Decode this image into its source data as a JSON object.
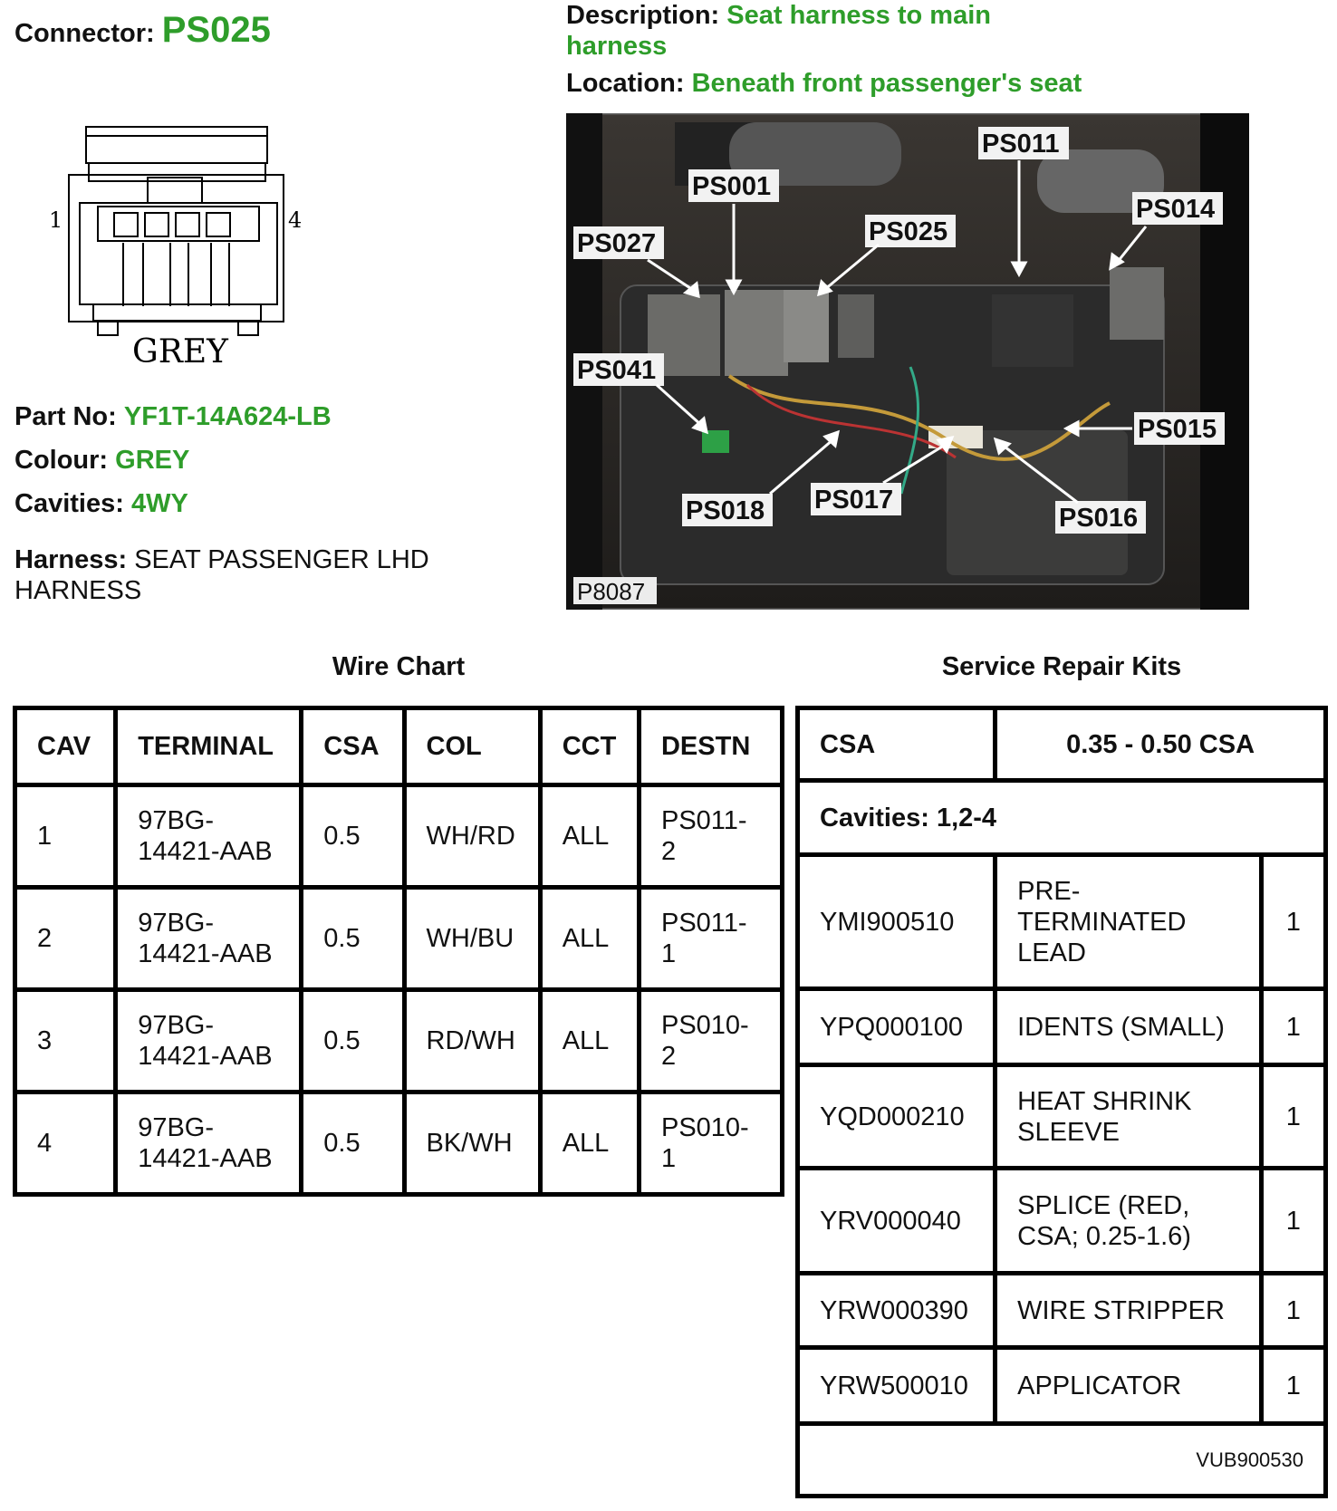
{
  "connector": {
    "label": "Connector:",
    "value": "PS025"
  },
  "description": {
    "label": "Description:",
    "value_line1": "Seat harness to main",
    "value_line2": "harness"
  },
  "location": {
    "label": "Location:",
    "value": "Beneath front passenger's seat"
  },
  "diagram": {
    "pin_left": "1",
    "pin_right": "4",
    "colour_text": "GREY"
  },
  "part_no": {
    "label": "Part No:",
    "value": "YF1T-14A624-LB"
  },
  "colour": {
    "label": "Colour:",
    "value": "GREY"
  },
  "cavities": {
    "label": "Cavities:",
    "value": "4WY"
  },
  "harness": {
    "label": "Harness:",
    "value_line1": "SEAT PASSENGER LHD",
    "value_line2": "HARNESS"
  },
  "photo": {
    "ref": "P8087",
    "callouts": [
      "PS011",
      "PS001",
      "PS014",
      "PS027",
      "PS025",
      "PS041",
      "PS015",
      "PS018",
      "PS017",
      "PS016"
    ]
  },
  "wire_chart": {
    "title": "Wire Chart",
    "headers": [
      "CAV",
      "TERMINAL",
      "CSA",
      "COL",
      "CCT",
      "DESTN"
    ],
    "rows": [
      {
        "cav": "1",
        "terminal_1": "97BG-",
        "terminal_2": "14421-AAB",
        "csa": "0.5",
        "col": "WH/RD",
        "cct": "ALL",
        "destn_1": "PS011-",
        "destn_2": "2"
      },
      {
        "cav": "2",
        "terminal_1": "97BG-",
        "terminal_2": "14421-AAB",
        "csa": "0.5",
        "col": "WH/BU",
        "cct": "ALL",
        "destn_1": "PS011-",
        "destn_2": "1"
      },
      {
        "cav": "3",
        "terminal_1": "97BG-",
        "terminal_2": "14421-AAB",
        "csa": "0.5",
        "col": "RD/WH",
        "cct": "ALL",
        "destn_1": "PS010-",
        "destn_2": "2"
      },
      {
        "cav": "4",
        "terminal_1": "97BG-",
        "terminal_2": "14421-AAB",
        "csa": "0.5",
        "col": "BK/WH",
        "cct": "ALL",
        "destn_1": "PS010-",
        "destn_2": "1"
      }
    ]
  },
  "repair_kits": {
    "title": "Service Repair Kits",
    "header_csa": "CSA",
    "header_range": "0.35 - 0.50 CSA",
    "cavities_row": "Cavities: 1,2-4",
    "items": [
      {
        "code": "YMI900510",
        "desc_1": "PRE-",
        "desc_2": "TERMINATED",
        "desc_3": "LEAD",
        "qty": "1"
      },
      {
        "code": "YPQ000100",
        "desc_1": "IDENTS (SMALL)",
        "desc_2": "",
        "desc_3": "",
        "qty": "1"
      },
      {
        "code": "YQD000210",
        "desc_1": "HEAT SHRINK",
        "desc_2": "SLEEVE",
        "desc_3": "",
        "qty": "1"
      },
      {
        "code": "YRV000040",
        "desc_1": "SPLICE (RED,",
        "desc_2": "CSA; 0.25-1.6)",
        "desc_3": "",
        "qty": "1"
      },
      {
        "code": "YRW000390",
        "desc_1": "WIRE STRIPPER",
        "desc_2": "",
        "desc_3": "",
        "qty": "1"
      },
      {
        "code": "YRW500010",
        "desc_1": "APPLICATOR",
        "desc_2": "",
        "desc_3": "",
        "qty": "1"
      }
    ],
    "footer_code": "VUB900530"
  }
}
